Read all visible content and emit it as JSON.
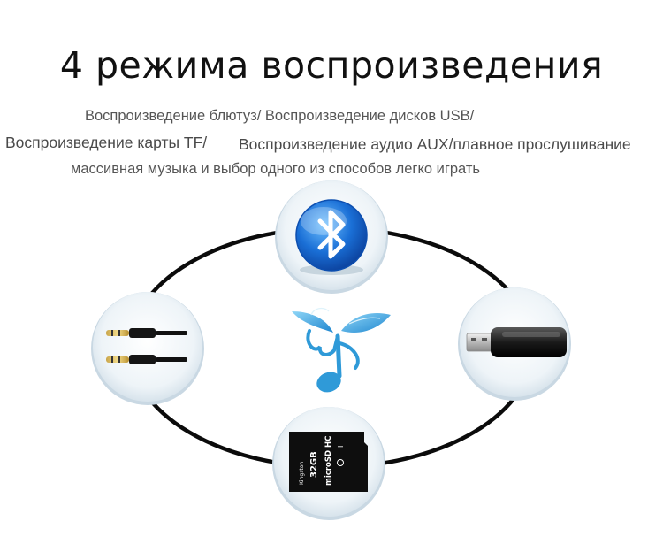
{
  "header": {
    "title": "4 режима воспроизведения"
  },
  "description": {
    "line1": "Воспроизведение  блютуз/  Воспроизведение дисков USB/",
    "line2a": "Воспроизведение карты TF/",
    "line2b": "Воспроизведение аудио AUX/плавное прослушивание",
    "line3": "массивная музыка и выбор одного из способов легко играть"
  },
  "sdcard": {
    "brand": "Kingston",
    "capacity": "32GB",
    "type": "microSD HC",
    "speed_class": "I"
  },
  "colors": {
    "circle_fill": "#dde9f1",
    "ring_stroke": "#0b0b0b",
    "bluetooth_blue": "#1e74d8",
    "note_blue": "#2f9ad8"
  },
  "icons": [
    "bluetooth-icon",
    "usb-drive-icon",
    "sd-card-icon",
    "aux-cable-icon",
    "music-note-leaf-icon"
  ]
}
